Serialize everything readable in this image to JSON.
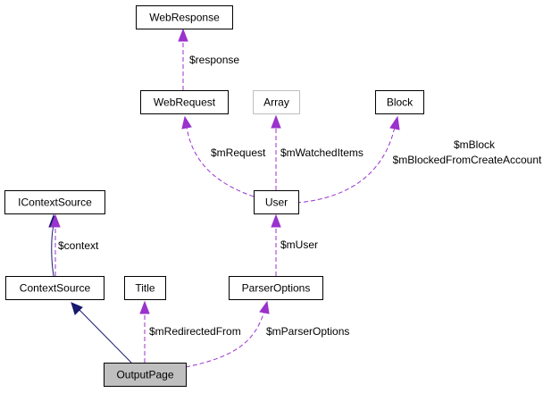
{
  "diagram": {
    "nodes": {
      "webresponse": "WebResponse",
      "webrequest": "WebRequest",
      "array": "Array",
      "block": "Block",
      "icontextsource": "IContextSource",
      "user": "User",
      "contextsource": "ContextSource",
      "title": "Title",
      "parseroptions": "ParserOptions",
      "outputpage": "OutputPage"
    },
    "edges": {
      "response": "$response",
      "mrequest": "$mRequest",
      "mwatcheditems": "$mWatchedItems",
      "mblock_line1": "$mBlock",
      "mblock_line2": "$mBlockedFromCreateAccount",
      "context": "$context",
      "muser": "$mUser",
      "mredirectedfrom": "$mRedirectedFrom",
      "mparseroptions": "$mParserOptions"
    },
    "colors": {
      "member_edge": "#9a32cd",
      "inherit_edge": "#191970",
      "focus_fill": "#bfbfbf",
      "undocumented_border": "#bfbfbf"
    }
  }
}
